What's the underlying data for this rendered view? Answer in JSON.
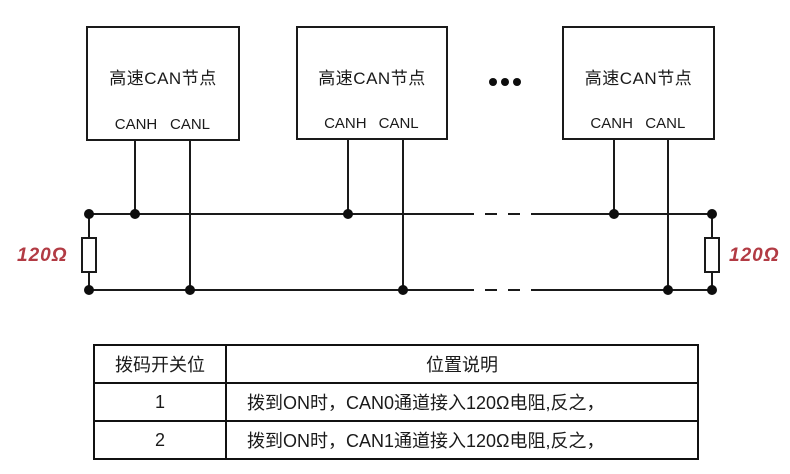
{
  "diagram": {
    "nodes": [
      {
        "label": "高速CAN节点",
        "pin_h": "CANH",
        "pin_l": "CANL"
      },
      {
        "label": "高速CAN节点",
        "pin_h": "CANH",
        "pin_l": "CANL"
      },
      {
        "label": "高速CAN节点",
        "pin_h": "CANH",
        "pin_l": "CANL"
      }
    ],
    "left_resistor_label": "120Ω",
    "right_resistor_label": "120Ω",
    "colors": {
      "wire": "#1a1a1a",
      "resistor_label_red": "#b23b44"
    }
  },
  "table": {
    "headers": [
      "拨码开关位",
      "位置说明"
    ],
    "rows": [
      {
        "bit": "1",
        "desc": "拨到ON时，CAN0通道接入120Ω电阻,反之，"
      },
      {
        "bit": "2",
        "desc": "拨到ON时，CAN1通道接入120Ω电阻,反之，"
      }
    ]
  }
}
